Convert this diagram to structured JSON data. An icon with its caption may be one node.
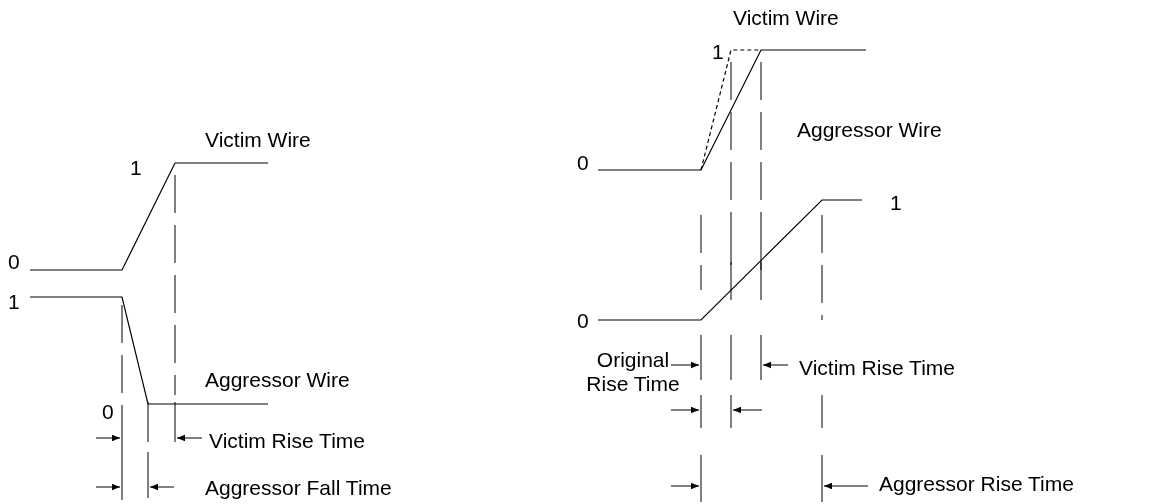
{
  "diagram": {
    "labels": [
      "Victim Wire",
      "1",
      "0",
      "1",
      "Aggressor Wire",
      "0",
      "Victim Rise Time",
      "Aggressor Fall Time",
      "Victim Wire",
      "1",
      "0",
      "Aggressor Wire",
      "1",
      "0",
      "Original Rise Time",
      "Victim Rise Time",
      "Aggressor Rise Time"
    ]
  }
}
